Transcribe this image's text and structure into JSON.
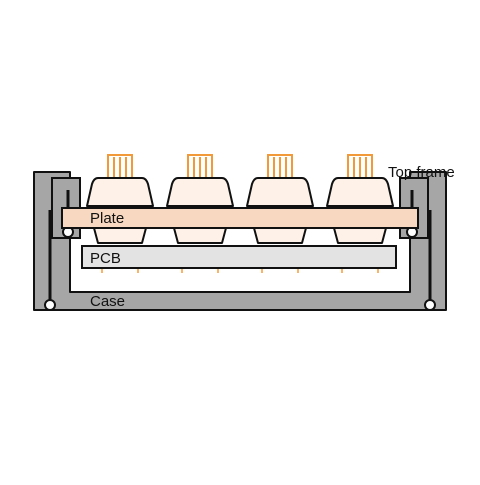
{
  "labels": {
    "top_frame": "Top frame",
    "plate": "Plate",
    "pcb": "PCB",
    "case": "Case"
  },
  "colors": {
    "outline": "#111111",
    "frame_fill": "#a6a6a6",
    "plate_fill": "#f8d8c0",
    "keycap_fill": "#fdf1e8",
    "switch_stem": "#f29a3a",
    "pcb_fill": "#e3e3e3",
    "pin": "#f29a3a",
    "background": "#ffffff"
  },
  "keys": [
    {
      "name": "key-1"
    },
    {
      "name": "key-2"
    },
    {
      "name": "key-3"
    },
    {
      "name": "key-4"
    }
  ]
}
